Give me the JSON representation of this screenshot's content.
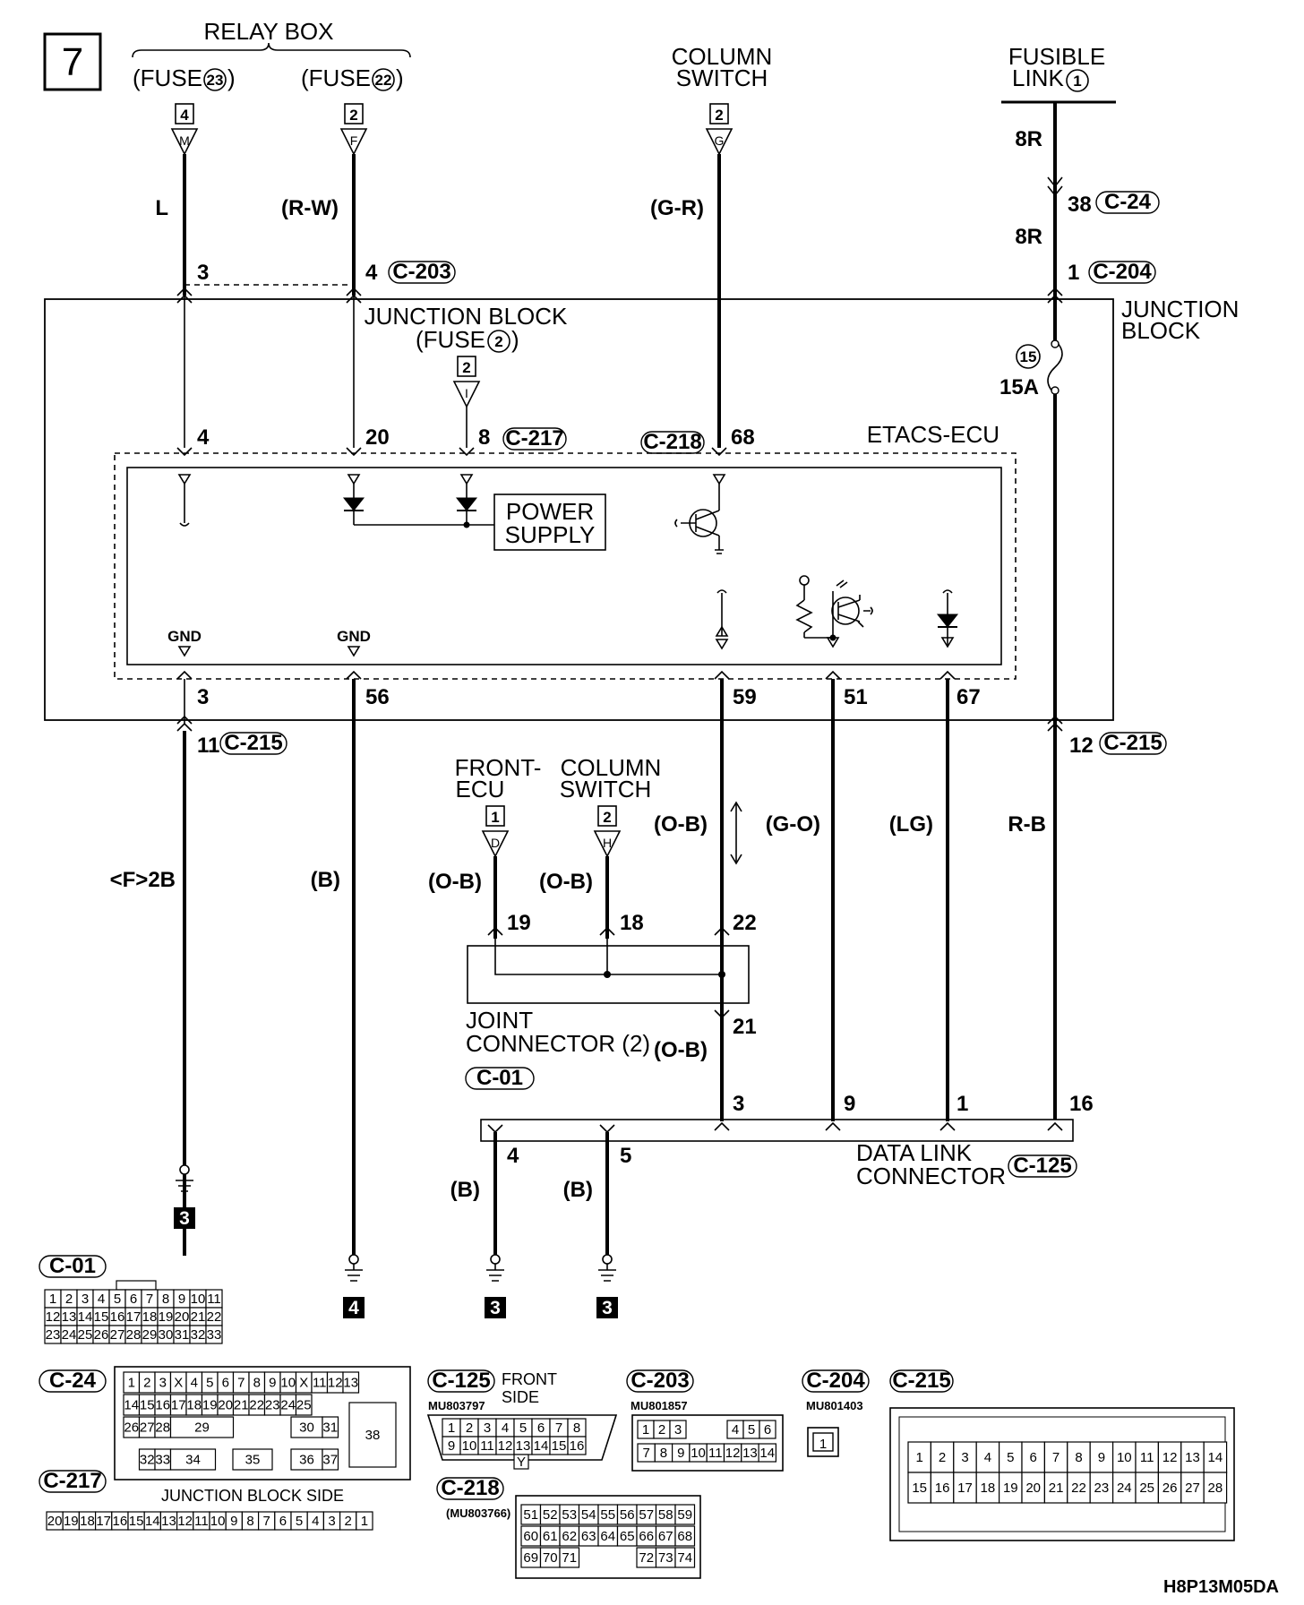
{
  "page": {
    "number": "7",
    "code": "H8P13M05DA"
  },
  "top": {
    "relay_box": "RELAY BOX",
    "fuse23": "(FUSE",
    "fuse23_num": "23",
    "fuse22": "(FUSE",
    "fuse22_num": "22",
    "paren": ")",
    "column_switch": [
      "COLUMN",
      "SWITCH"
    ],
    "fusible_link": [
      "FUSIBLE",
      "LINK"
    ],
    "fusible_link_num": "1"
  },
  "connectors_top": [
    {
      "num": "4",
      "letter": "M"
    },
    {
      "num": "2",
      "letter": "F"
    },
    {
      "num": "2",
      "letter": "G"
    }
  ],
  "wires": {
    "w1": "L",
    "w2": "(R-W)",
    "w3": "(G-R)",
    "w4a": "8R",
    "w4b": "8R",
    "w_f2b": "<F>2B",
    "w_b1": "(B)",
    "w_ob1": "(O-B)",
    "w_go": "(G-O)",
    "w_lg": "(LG)",
    "w_rb": "R-B",
    "w_ob_d": "(O-B)",
    "w_ob_h": "(O-B)",
    "w_ob21": "(O-B)",
    "w_b4": "(B)",
    "w_b5": "(B)"
  },
  "pins": {
    "p3": "3",
    "p4": "4",
    "p38": "38",
    "p1": "1",
    "jb4": "4",
    "jb20": "20",
    "jb8": "8",
    "jb68": "68",
    "g3": "3",
    "g56": "56",
    "g59": "59",
    "g51": "51",
    "g67": "67",
    "p11": "11",
    "p12": "12",
    "p19": "19",
    "p18": "18",
    "p22": "22",
    "p21": "21",
    "d3": "3",
    "d9": "9",
    "d1": "1",
    "d16": "16",
    "d4": "4",
    "d5": "5"
  },
  "codes": {
    "c203": "C-203",
    "c24": "C-24",
    "c204": "C-204",
    "c217": "C-217",
    "c218": "C-218",
    "c215": "C-215",
    "c01": "C-01",
    "c125": "C-125"
  },
  "labels": {
    "junction_block": [
      "JUNCTION",
      "BLOCK"
    ],
    "junction_block_fuse": [
      "JUNCTION BLOCK",
      "(FUSE",
      ")"
    ],
    "fuse2_num": "2",
    "fuse2_conn_num": "2",
    "fuse2_conn_letter": "I",
    "fuse15": "15",
    "fuse15a": "15A",
    "etacs": "ETACS-ECU",
    "power_supply": [
      "POWER",
      "SUPPLY"
    ],
    "gnd": "GND",
    "front_ecu": [
      "FRONT-",
      "ECU"
    ],
    "column_switch2": [
      "COLUMN",
      "SWITCH"
    ],
    "joint_connector": [
      "JOINT",
      "CONNECTOR (2)"
    ],
    "data_link": [
      "DATA LINK",
      "CONNECTOR"
    ],
    "front_side": [
      "FRONT",
      "SIDE"
    ],
    "junction_block_side": "JUNCTION BLOCK SIDE"
  },
  "lower_connectors": [
    {
      "num": "1",
      "letter": "D"
    },
    {
      "num": "2",
      "letter": "H"
    }
  ],
  "grounds": [
    "3",
    "4",
    "3",
    "3"
  ],
  "connector_views": {
    "c01": "C-01",
    "c24": "C-24",
    "c125": "C-125",
    "c125_part": "MU803797",
    "c203": "C-203",
    "c203_part": "MU801857",
    "c204": "C-204",
    "c204_part": "MU801403",
    "c215": "C-215",
    "c217": "C-217",
    "c218": "C-218",
    "c218_part": "(MU803766)",
    "c01_rows": [
      [
        "1",
        "2",
        "3",
        "4",
        "5",
        "6",
        "7",
        "8",
        "9",
        "10",
        "11"
      ],
      [
        "12",
        "13",
        "14",
        "15",
        "16",
        "17",
        "18",
        "19",
        "20",
        "21",
        "22"
      ],
      [
        "23",
        "24",
        "25",
        "26",
        "27",
        "28",
        "29",
        "30",
        "31",
        "32",
        "33"
      ]
    ],
    "c24_rows": [
      [
        "1",
        "2",
        "3",
        "X",
        "4",
        "5",
        "6",
        "7",
        "8",
        "9",
        "10",
        "X",
        "11",
        "12",
        "13"
      ],
      [
        "14",
        "15",
        "16",
        "17",
        "18",
        "19",
        "20",
        "21",
        "22",
        "23",
        "24",
        "25"
      ],
      [
        "26",
        "27",
        "28",
        "29",
        "30",
        "31"
      ],
      [
        "32",
        "33",
        "34",
        "35",
        "36",
        "37"
      ]
    ],
    "c24_38": "38",
    "c125_rows": [
      [
        "1",
        "2",
        "3",
        "4",
        "5",
        "6",
        "7",
        "8"
      ],
      [
        "9",
        "10",
        "11",
        "12",
        "13",
        "14",
        "15",
        "16"
      ]
    ],
    "c125_y": "Y",
    "c203_rows": [
      [
        "1",
        "2",
        "3",
        "4",
        "5",
        "6"
      ],
      [
        "7",
        "8",
        "9",
        "10",
        "11",
        "12",
        "13",
        "14"
      ]
    ],
    "c204_pin": "1",
    "c215_rows": [
      [
        "1",
        "2",
        "3",
        "4",
        "5",
        "6",
        "7",
        "8",
        "9",
        "10",
        "11",
        "12",
        "13",
        "14"
      ],
      [
        "15",
        "16",
        "17",
        "18",
        "19",
        "20",
        "21",
        "22",
        "23",
        "24",
        "25",
        "26",
        "27",
        "28"
      ]
    ],
    "c217_row": [
      "20",
      "19",
      "18",
      "17",
      "16",
      "15",
      "14",
      "13",
      "12",
      "11",
      "10",
      "9",
      "8",
      "7",
      "6",
      "5",
      "4",
      "3",
      "2",
      "1"
    ],
    "c218_rows": [
      [
        "51",
        "52",
        "53",
        "54",
        "55",
        "56",
        "57",
        "58",
        "59"
      ],
      [
        "60",
        "61",
        "62",
        "63",
        "64",
        "65",
        "66",
        "67",
        "68"
      ],
      [
        "69",
        "70",
        "71",
        "72",
        "73",
        "74"
      ]
    ]
  }
}
